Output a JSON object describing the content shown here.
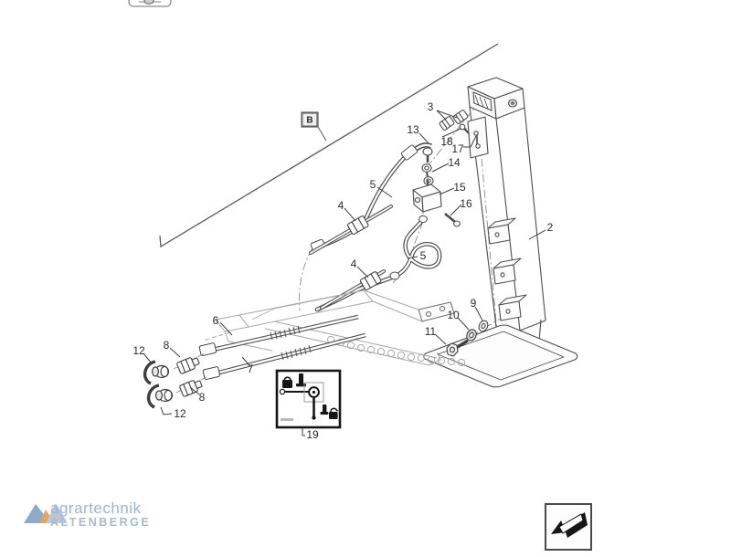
{
  "diagram": {
    "type": "exploded-parts-diagram",
    "reference_label": "B",
    "callouts": [
      {
        "id": "callout-3",
        "label": "3"
      },
      {
        "id": "callout-13",
        "label": "13"
      },
      {
        "id": "callout-18",
        "label": "18"
      },
      {
        "id": "callout-17",
        "label": "17"
      },
      {
        "id": "callout-14",
        "label": "14"
      },
      {
        "id": "callout-15",
        "label": "15"
      },
      {
        "id": "callout-16",
        "label": "16"
      },
      {
        "id": "callout-5-upper",
        "label": "5"
      },
      {
        "id": "callout-4-upper",
        "label": "4"
      },
      {
        "id": "callout-5-lower",
        "label": "5"
      },
      {
        "id": "callout-4-lower",
        "label": "4"
      },
      {
        "id": "callout-2",
        "label": "2"
      },
      {
        "id": "callout-9",
        "label": "9"
      },
      {
        "id": "callout-10",
        "label": "10"
      },
      {
        "id": "callout-11",
        "label": "11"
      },
      {
        "id": "callout-6",
        "label": "6"
      },
      {
        "id": "callout-7",
        "label": "7"
      },
      {
        "id": "callout-8-upper",
        "label": "8"
      },
      {
        "id": "callout-8-lower",
        "label": "8"
      },
      {
        "id": "callout-12-upper",
        "label": "12"
      },
      {
        "id": "callout-12-lower",
        "label": "12"
      },
      {
        "id": "callout-19",
        "label": "19"
      }
    ],
    "icon_names": {
      "kit_box": [
        "closed-padlock-icon",
        "pin-icon",
        "linchpin-drawing",
        "open-padlock-icon"
      ],
      "corner": "export-arrow-icon",
      "top": "clipped-reference-icon"
    }
  },
  "watermark": {
    "line1": "agrartechnik",
    "line2": "ALTENBERGE",
    "colors": {
      "logo_blue": "#8fa9c7",
      "logo_orange": "#e8a266",
      "logo_gray": "#b9c6d4",
      "text_primary": "#9db4ce",
      "text_secondary": "#a9bac9"
    }
  }
}
